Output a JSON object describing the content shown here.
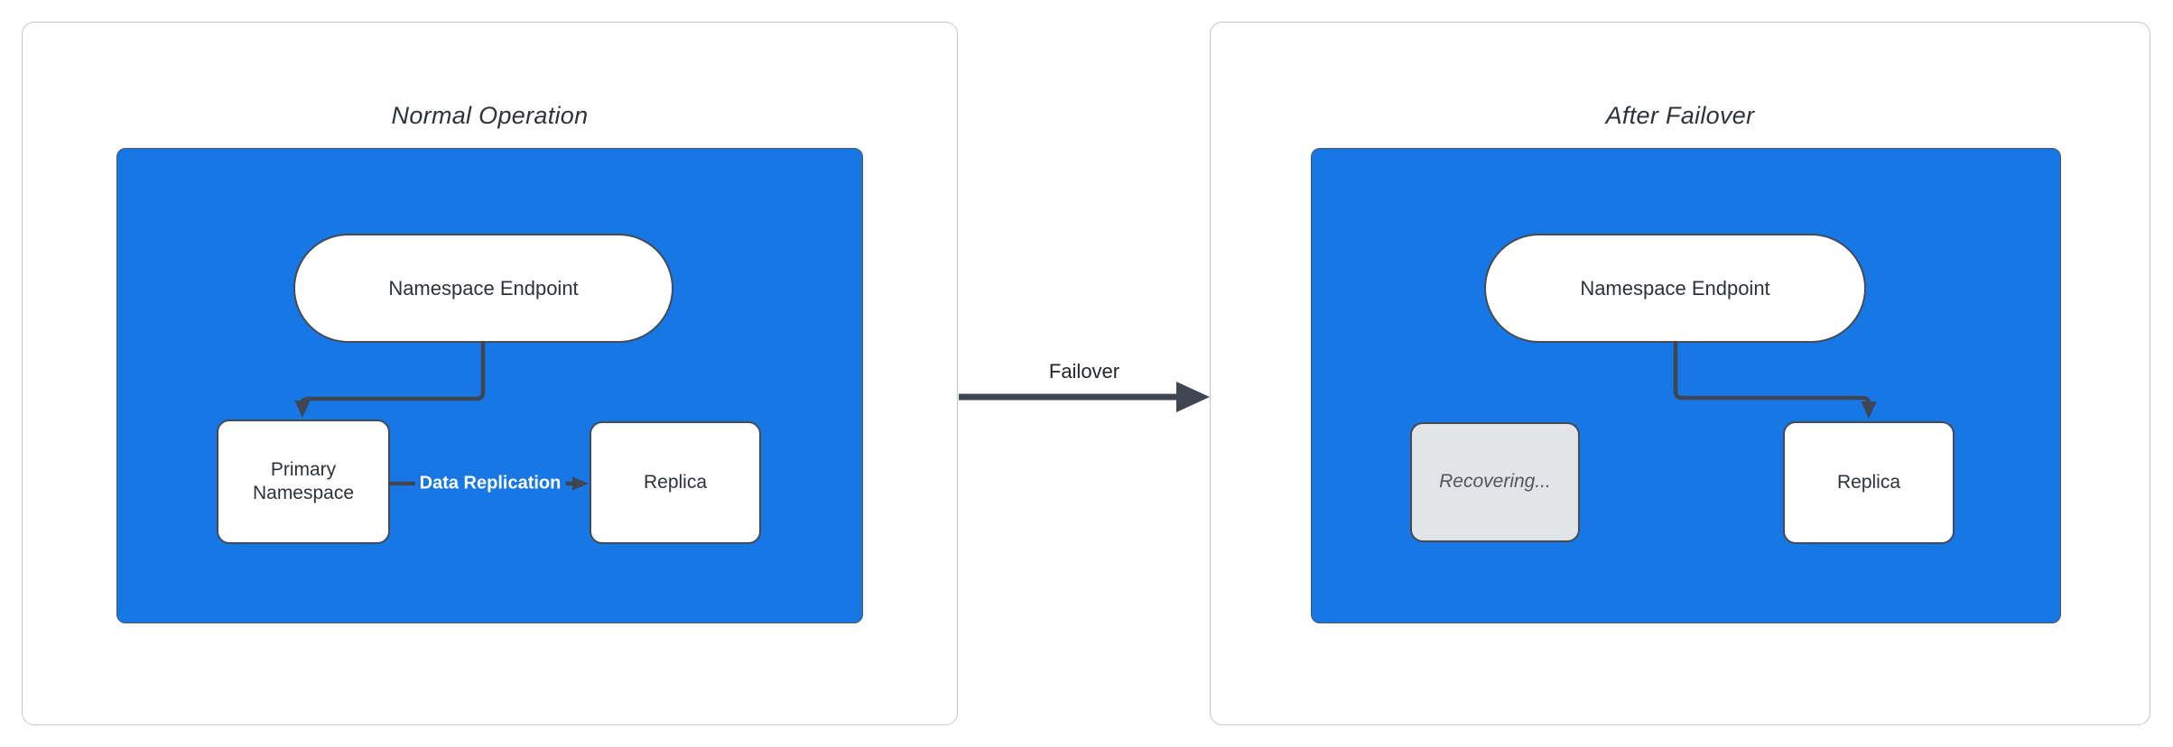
{
  "diagram": {
    "left_panel": {
      "title": "Normal Operation",
      "endpoint_label": "Namespace Endpoint",
      "primary_label": "Primary Namespace",
      "replica_label": "Replica",
      "replication_arrow_label": "Data Replication"
    },
    "transition": {
      "arrow_label": "Failover"
    },
    "right_panel": {
      "title": "After Failover",
      "endpoint_label": "Namespace Endpoint",
      "recovering_label": "Recovering...",
      "replica_label": "Replica"
    },
    "colors": {
      "container_fill": "#1777e5",
      "connector": "#3f4551",
      "node_border": "#444b54",
      "node_fill": "#ffffff",
      "recovering_fill": "#e2e4e7",
      "recovering_text": "#4f565e",
      "panel_border": "#c6c6c6",
      "replication_label_text": "#ffffff"
    }
  }
}
